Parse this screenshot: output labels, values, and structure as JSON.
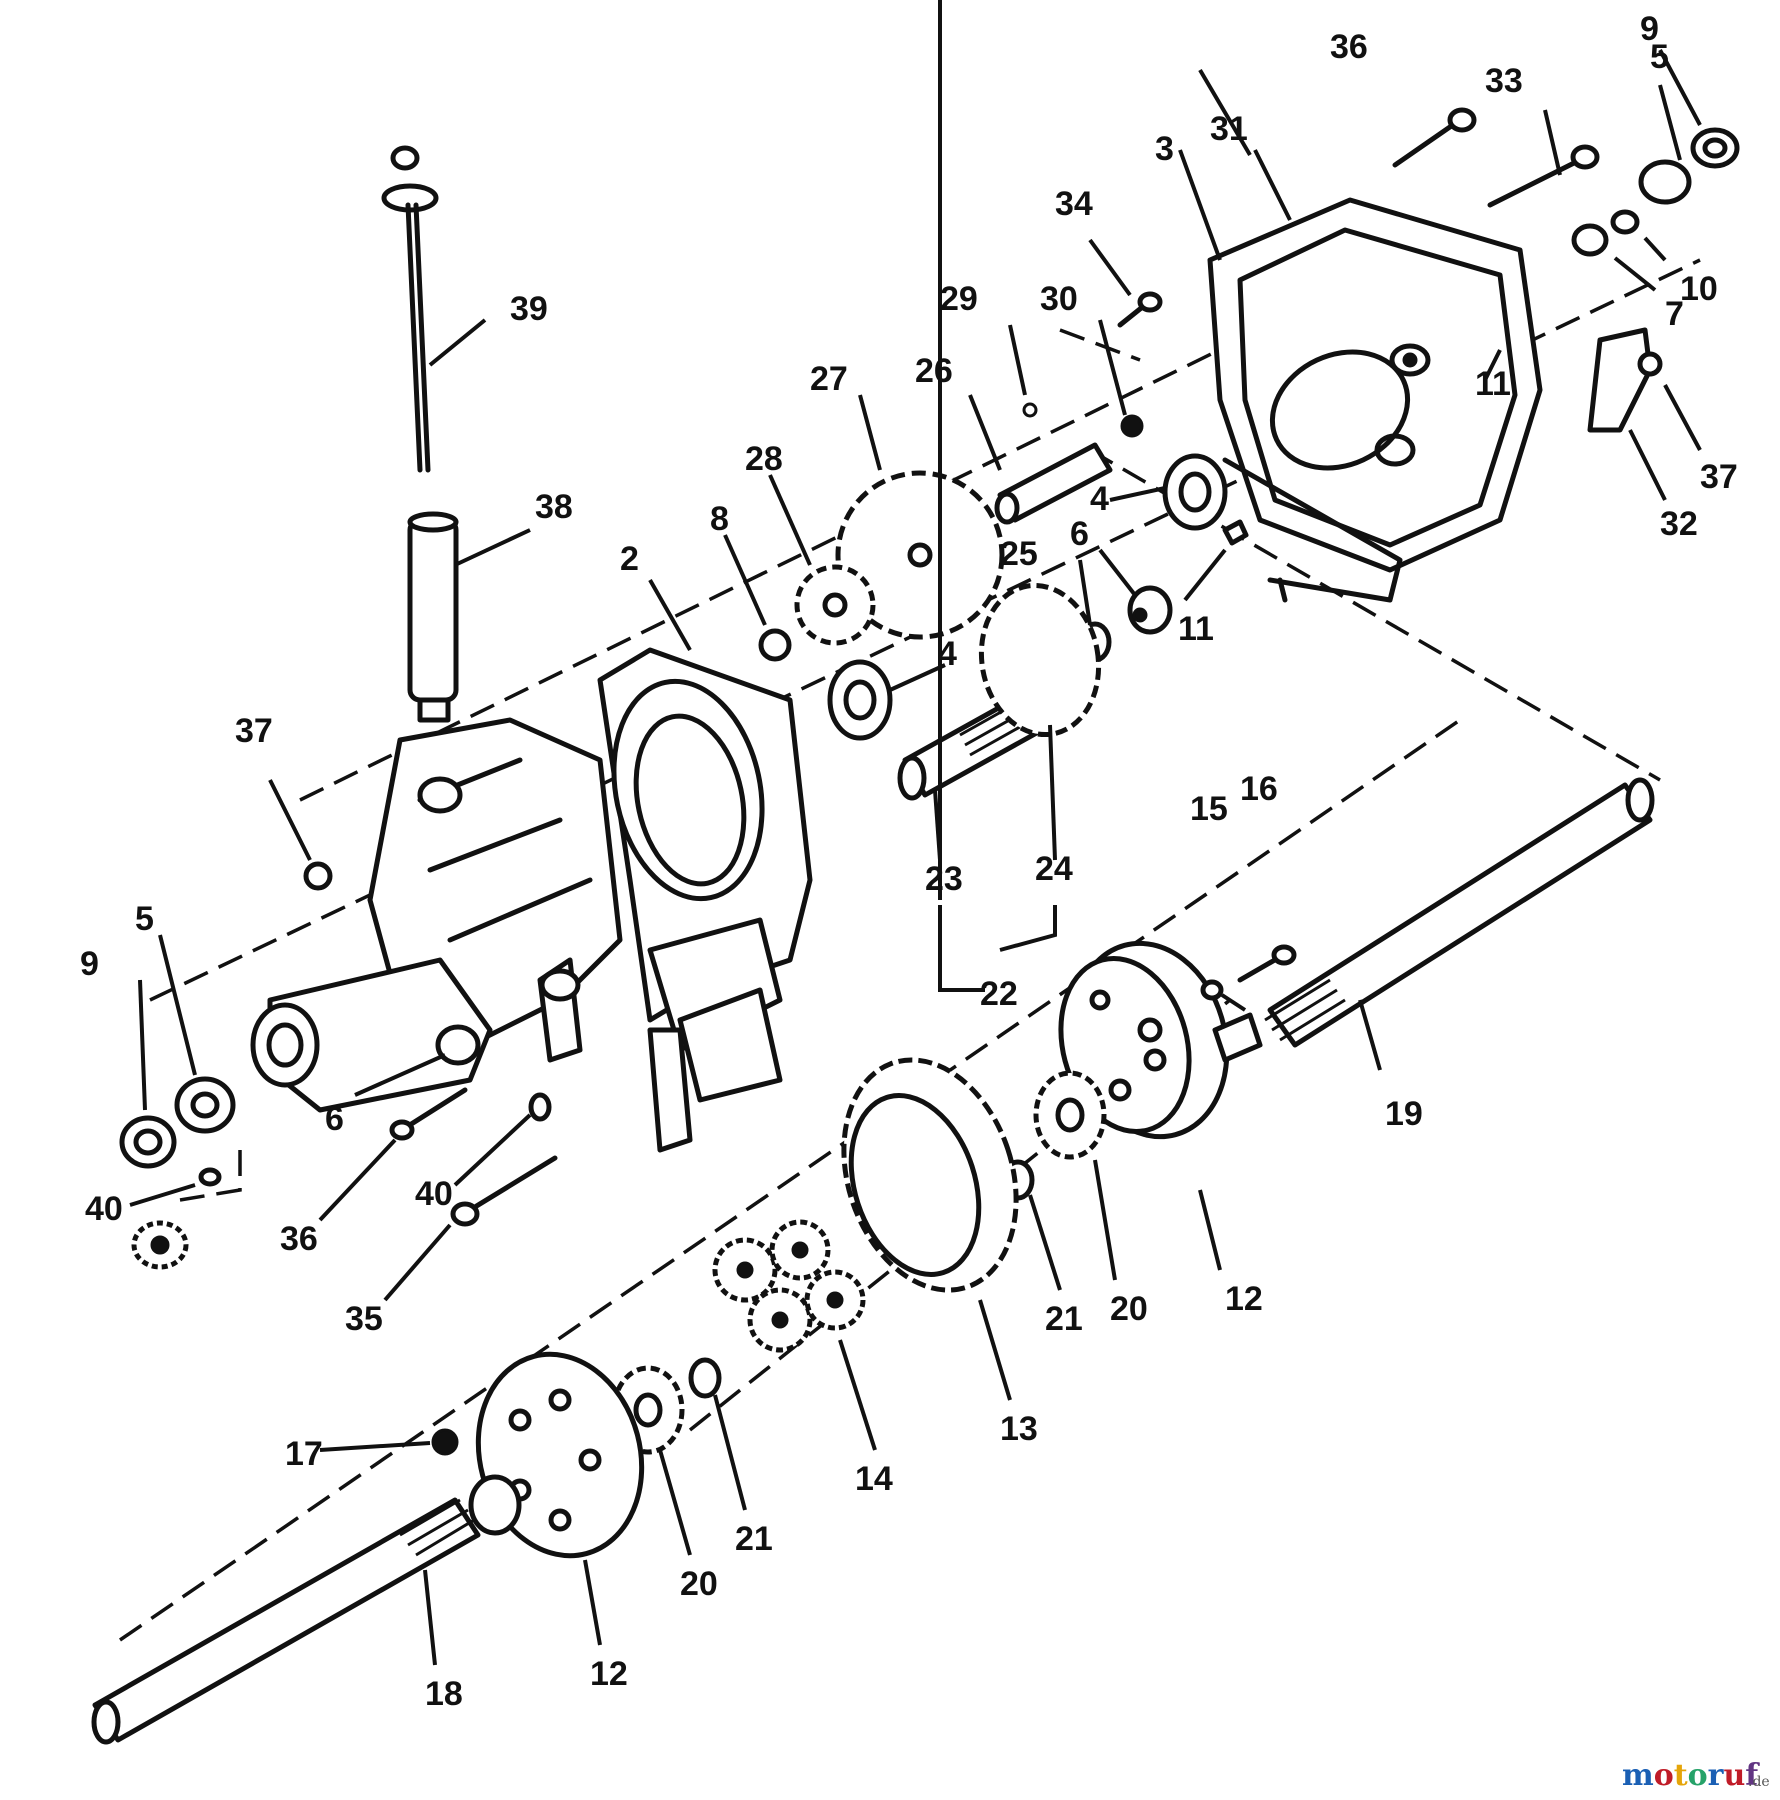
{
  "callouts": {
    "c2": "2",
    "c3": "3",
    "c4a": "4",
    "c4b": "4",
    "c5a": "5",
    "c5b": "5",
    "c6a": "6",
    "c6b": "6",
    "c7": "7",
    "c8": "8",
    "c9a": "9",
    "c9b": "9",
    "c10": "10",
    "c11a": "11",
    "c11b": "11",
    "c12a": "12",
    "c12b": "12",
    "c13": "13",
    "c14": "14",
    "c15": "15",
    "c16": "16",
    "c17": "17",
    "c18": "18",
    "c19": "19",
    "c20a": "20",
    "c20b": "20",
    "c21a": "21",
    "c21b": "21",
    "c22": "22",
    "c23": "23",
    "c24": "24",
    "c25": "25",
    "c26": "26",
    "c27": "27",
    "c28": "28",
    "c29": "29",
    "c30": "30",
    "c31": "31",
    "c32": "32",
    "c33": "33",
    "c34": "34",
    "c35": "35",
    "c36a": "36",
    "c36b": "36",
    "c37a": "37",
    "c37b": "37",
    "c38": "38",
    "c39": "39",
    "c40a": "40",
    "c40b": "40"
  },
  "watermark": {
    "brand": "motoruf",
    "suffix": ".de",
    "colors": [
      "#1a5fb4",
      "#c01c28",
      "#e5a50a",
      "#26a269",
      "#1a5fb4",
      "#c01c28",
      "#613583"
    ]
  }
}
